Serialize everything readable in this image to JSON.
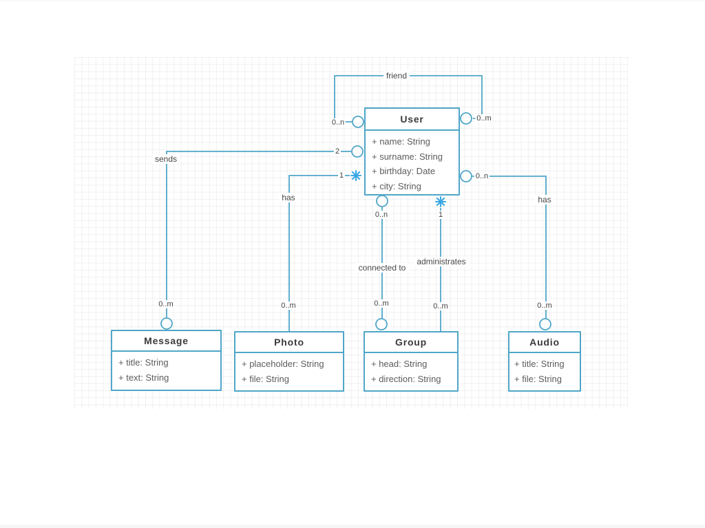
{
  "diagram": {
    "type": "uml-class-diagram",
    "colors": {
      "connector_stroke": "#4fa6c8",
      "box_border": "#4fa6c8",
      "asterisk_accent": "#3ba7e5",
      "title_text": "#3a3a3a",
      "attribute_text": "#5c5c5c",
      "label_text": "#474747"
    },
    "classes": [
      {
        "name": "User",
        "attributes": [
          "+ name: String",
          "+ surname: String",
          "+ birthday: Date",
          "+ city: String"
        ]
      },
      {
        "name": "Message",
        "attributes": [
          "+ title: String",
          "+ text: String"
        ]
      },
      {
        "name": "Photo",
        "attributes": [
          "+ placeholder: String",
          "+ file: String"
        ]
      },
      {
        "name": "Group",
        "attributes": [
          "+ head: String",
          "+ direction: String"
        ]
      },
      {
        "name": "Audio",
        "attributes": [
          "+ title: String",
          "+ file: String"
        ]
      }
    ],
    "relations": [
      {
        "from": "User",
        "to": "User",
        "label": "friend",
        "from_mult": "0..n",
        "to_mult": "0..m"
      },
      {
        "from": "User",
        "to": "Message",
        "label": "sends",
        "from_mult": "2",
        "to_mult": "0..m"
      },
      {
        "from": "User",
        "to": "Photo",
        "label": "has",
        "from_mult": "1",
        "to_mult": "0..m"
      },
      {
        "from": "User",
        "to": "Group",
        "label": "connected to",
        "from_mult": "0..n",
        "to_mult": "0..m"
      },
      {
        "from": "User",
        "to": "Group",
        "label": "administrates",
        "from_mult": "1",
        "to_mult": "0..m"
      },
      {
        "from": "User",
        "to": "Audio",
        "label": "has",
        "from_mult": "0..n",
        "to_mult": "0..m"
      }
    ]
  }
}
